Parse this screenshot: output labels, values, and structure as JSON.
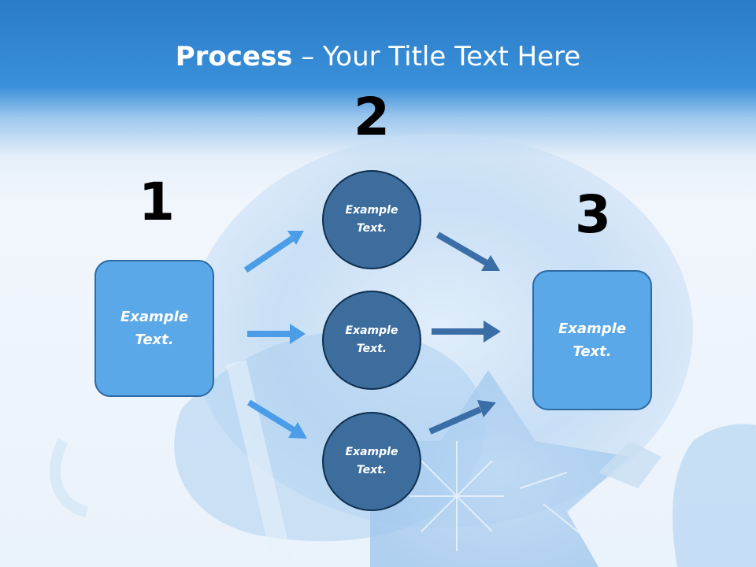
{
  "slide": {
    "title_bold": "Process",
    "title_rest": " – Your Title Text Here"
  },
  "steps": {
    "one": "1",
    "two": "2",
    "three": "3"
  },
  "nodes": {
    "left_box": "Example\nText.",
    "circle_top": "Example\nText.",
    "circle_middle": "Example\nText.",
    "circle_bottom": "Example\nText.",
    "right_box": "Example\nText."
  },
  "colors": {
    "header_blue": "#2a7cc7",
    "box_fill": "#5aa8e8",
    "circle_fill": "#3c6d9d",
    "arrow_light": "#4a9de6",
    "arrow_dark": "#3b6ea6"
  }
}
